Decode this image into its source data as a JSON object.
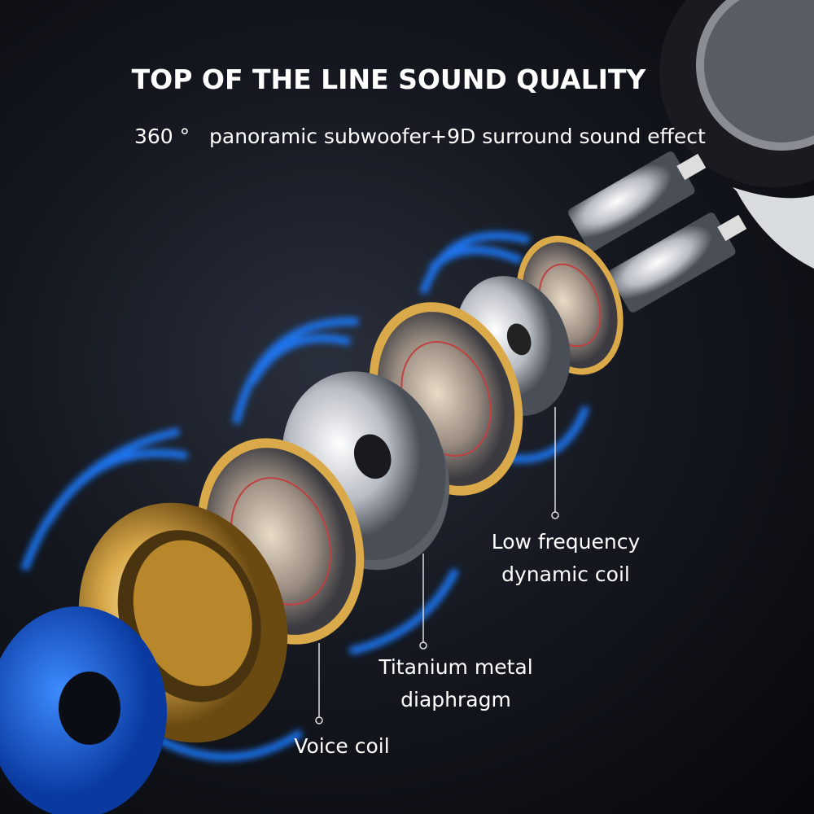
{
  "header": {
    "title": "TOP OF THE LINE SOUND QUALITY",
    "subtitle": "360 °   panoramic subwoofer+9D surround sound effect"
  },
  "callouts": [
    {
      "line1": "Low frequency",
      "line2": "dynamic coil"
    },
    {
      "line1": "Titanium metal",
      "line2": "diaphragm"
    },
    {
      "line1": "Voice coil"
    }
  ],
  "colors": {
    "background": "#0b0d14",
    "glow": "#1e7bff",
    "gold": "#d9a94a",
    "silver": "#c8ccd2",
    "text": "#ffffff"
  }
}
